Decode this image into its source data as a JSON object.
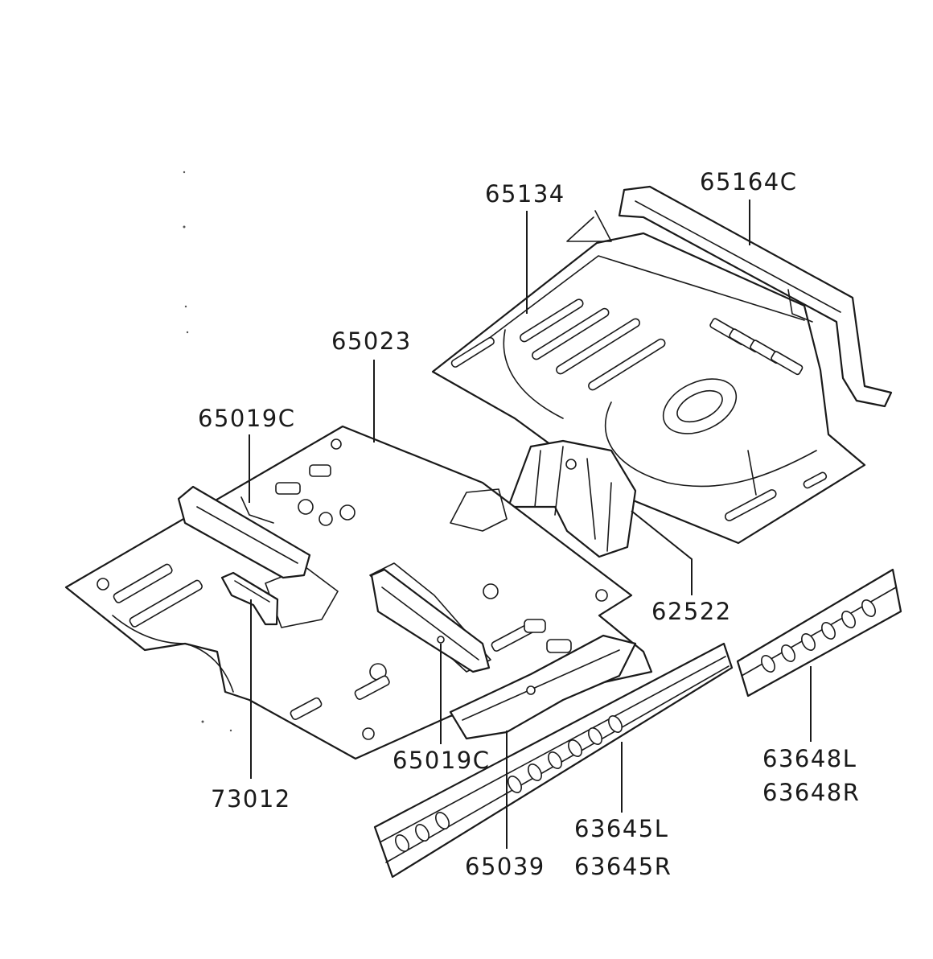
{
  "labels": {
    "p65134": "65134",
    "p65164C": "65164C",
    "p65023": "65023",
    "p65019C_top": "65019C",
    "p62522": "62522",
    "p65019C_bottom": "65019C",
    "p73012": "73012",
    "p63648L": "63648L",
    "p63648R": "63648R",
    "p63645L": "63645L",
    "p63645R": "63645R",
    "p65039": "65039"
  }
}
